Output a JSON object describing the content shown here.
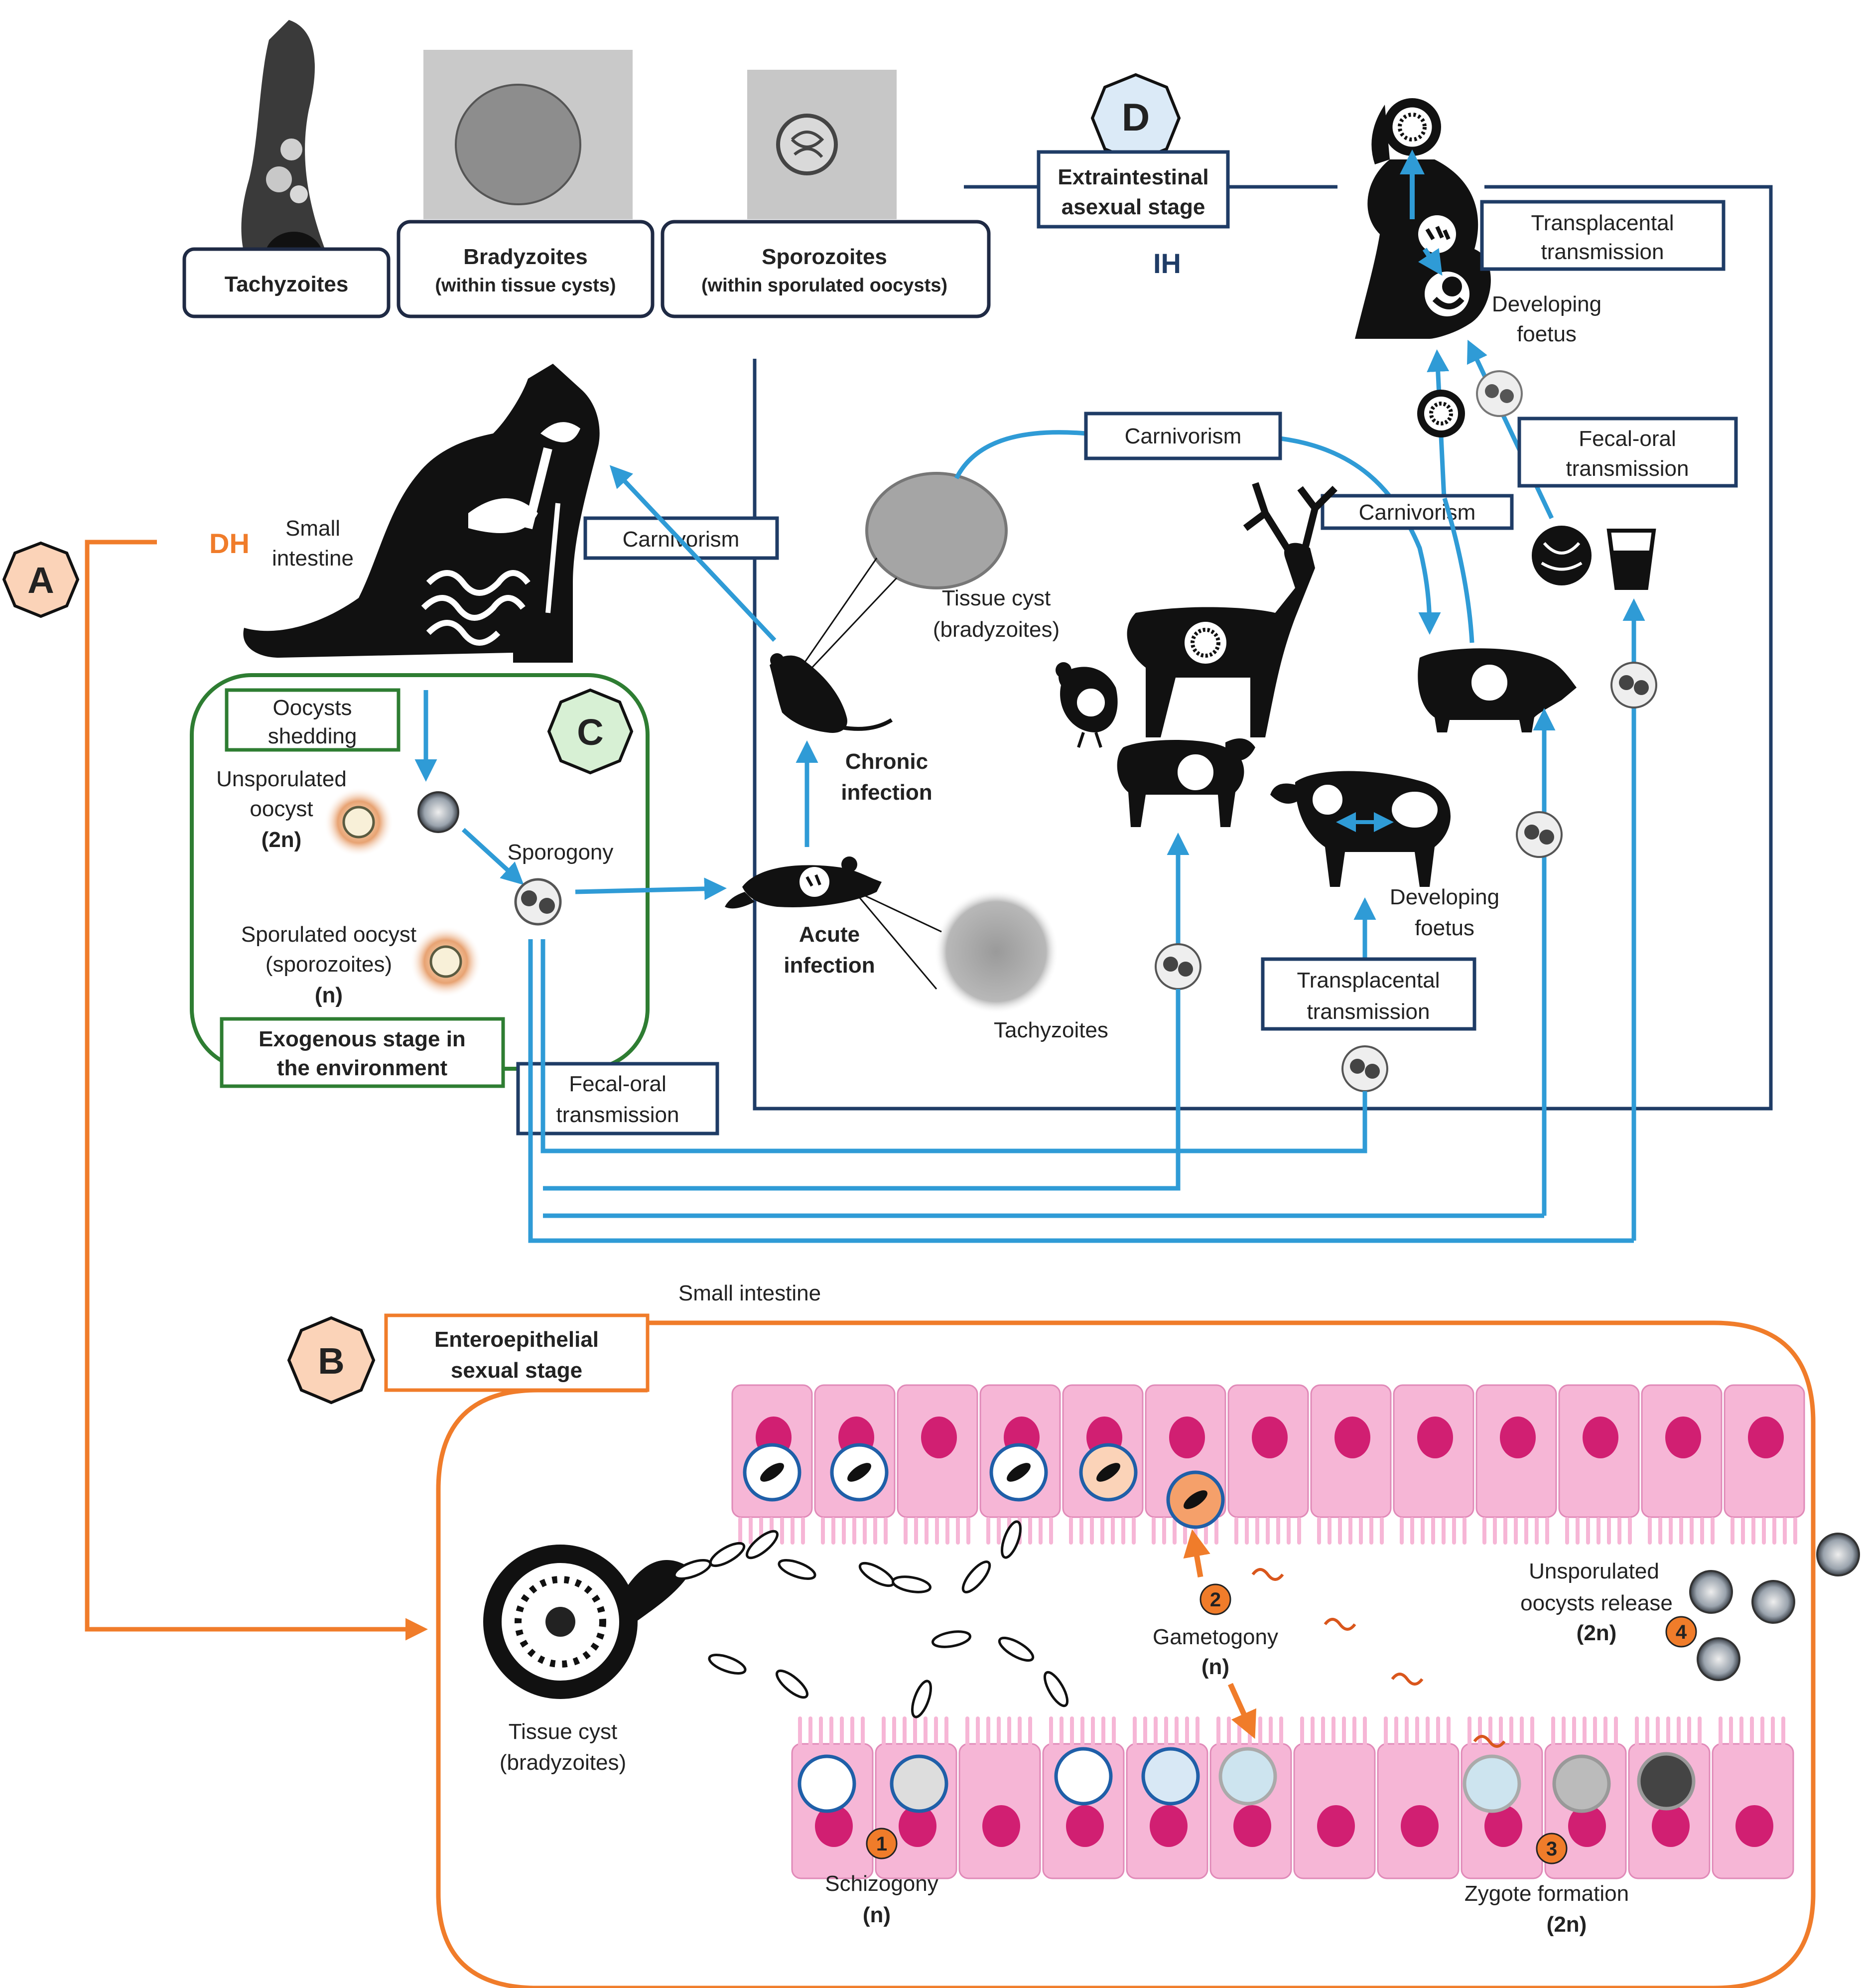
{
  "colors": {
    "ih_navy": "#1f3c66",
    "arrow_blue": "#2f9bd6",
    "dh_orange": "#f07c2a",
    "env_green": "#2e7d32",
    "cell_pink": "#f6b6d6",
    "nucleus": "#d11f72",
    "stage_fill": "#fbd3b8"
  },
  "micrographs": {
    "tachyzoites": "Tachyzoites",
    "bradyzoites_title": "Bradyzoites",
    "bradyzoites_sub": "(within tissue cysts)",
    "sporozoites_title": "Sporozoites",
    "sporozoites_sub": "(within sporulated oocysts)"
  },
  "stage_badges": {
    "a": "A",
    "b": "B",
    "c": "C",
    "d": "D"
  },
  "ih_section": {
    "extraintestinal_line1": "Extraintestinal",
    "extraintestinal_line2": "asexual stage",
    "ih_label": "IH"
  },
  "human_side": {
    "transplacental_line1": "Transplacental",
    "transplacental_line2": "transmission",
    "developing_line1": "Developing",
    "developing_line2": "foetus",
    "fecal_oral_line1": "Fecal-oral",
    "fecal_oral_line2": "transmission"
  },
  "cat_section": {
    "dh_label": "DH",
    "small_intestine_line1": "Small",
    "small_intestine_line2": "intestine",
    "carnivorism": "Carnivorism"
  },
  "environment": {
    "oocysts_line1": "Oocysts",
    "oocysts_line2": "shedding",
    "unsporulated_line1": "Unsporulated",
    "unsporulated_line2": "oocyst",
    "unsporulated_ploidy": "(2n)",
    "sporogony": "Sporogony",
    "sporulated_line1": "Sporulated oocyst",
    "sporulated_line2": "(sporozoites)",
    "sporulated_ploidy": "(n)",
    "exogenous_line1": "Exogenous stage in",
    "exogenous_line2": "the environment",
    "fecal_oral_line1": "Fecal-oral",
    "fecal_oral_line2": "transmission"
  },
  "rodent_section": {
    "tissue_cyst_line1": "Tissue cyst",
    "tissue_cyst_line2": "(bradyzoites)",
    "chronic_line1": "Chronic",
    "chronic_line2": "infection",
    "acute_line1": "Acute",
    "acute_line2": "infection",
    "tachyzoites": "Tachyzoites"
  },
  "livestock_section": {
    "carnivorism_top": "Carnivorism",
    "carnivorism_pig": "Carnivorism",
    "developing_line1": "Developing",
    "developing_line2": "foetus",
    "transplacental_line1": "Transplacental",
    "transplacental_line2": "transmission"
  },
  "intestine_section": {
    "small_intestine": "Small intestine",
    "enteroepithelial_line1": "Enteroepithelial",
    "enteroepithelial_line2": "sexual stage",
    "tissue_cyst_line1": "Tissue cyst",
    "tissue_cyst_line2": "(bradyzoites)",
    "step1": "1",
    "step2": "2",
    "step3": "3",
    "step4": "4",
    "gametogony": "Gametogony",
    "gametogony_ploidy": "(n)",
    "schizogony": "Schizogony",
    "schizogony_ploidy": "(n)",
    "zygote": "Zygote formation",
    "zygote_ploidy": "(2n)",
    "release_line1": "Unsporulated",
    "release_line2": "oocysts release",
    "release_ploidy": "(2n)"
  }
}
